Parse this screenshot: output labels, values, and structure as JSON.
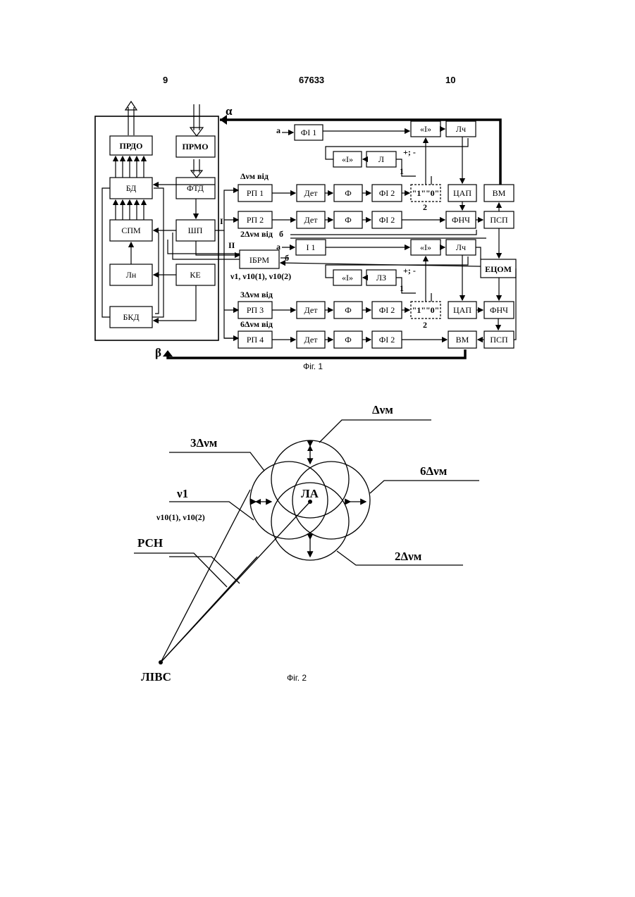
{
  "header": {
    "left": "9",
    "center": "67633",
    "right": "10"
  },
  "fig1": {
    "caption": "Фіг. 1",
    "blocks": {
      "prdo": "ПРДО",
      "prmo": "ПРМО",
      "bd": "БД",
      "ftd": "ФТД",
      "spm": "СПМ",
      "shp": "ШП",
      "ln": "Лн",
      "ke": "КЕ",
      "bkd": "БКД",
      "fi1": "ФІ 1",
      "i_top": "«І»",
      "lch_top": "Лч",
      "i_mid": "«І»",
      "l": "Л",
      "rp1": "РП 1",
      "det1": "Дет",
      "f1": "Ф",
      "fi2_1": "ФІ 2",
      "io1": "\"1\"\"0\"",
      "dac1": "ЦАП",
      "vm1": "ВМ",
      "rp2": "РП 2",
      "det2": "Дет",
      "f2": "Ф",
      "fi2_2": "ФІ 2",
      "fnch1": "ФНЧ",
      "psp1": "ПСП",
      "i1": "І 1",
      "i_top2": "«І»",
      "lch2": "Лч",
      "ibrm": "ІБРМ",
      "ecom": "ЕЦОМ",
      "i_mid2": "«І»",
      "lz": "ЛЗ",
      "rp3": "РП 3",
      "det3": "Дет",
      "f3": "Ф",
      "fi2_3": "ФІ 2",
      "io2": "\"1\"\"0\"",
      "dac2": "ЦАП",
      "fnch2": "ФНЧ",
      "rp4": "РП 4",
      "det4": "Дет",
      "f4": "Ф",
      "fi2_4": "ФІ 2",
      "vm2": "ВМ",
      "psp2": "ПСП"
    },
    "labels": {
      "alpha": "α",
      "beta": "β",
      "dv1": "Δνм від",
      "dv2": "2Δνм від",
      "dv3": "3Δνм від",
      "dv6": "6Δνм від",
      "nu": "ν1, ν10(1), ν10(2)",
      "roman1": "I",
      "roman2": "II",
      "a1": "а",
      "a2": "а",
      "b1": "б",
      "b2": "б",
      "pm1": "+; -",
      "pm2": "+; -",
      "n1a": "1",
      "n2a": "2",
      "n1b": "1",
      "n2b": "2"
    }
  },
  "fig2": {
    "caption": "Фіг. 2",
    "labels": {
      "dv": "Δνм",
      "dv3": "3Δνм",
      "dv6": "6Δνм",
      "dv2": "2Δνм",
      "nu1": "ν1",
      "nu10": "ν10(1), ν10(2)",
      "rsn": "РСН",
      "la": "ЛА",
      "livs": "ЛІВС"
    }
  }
}
